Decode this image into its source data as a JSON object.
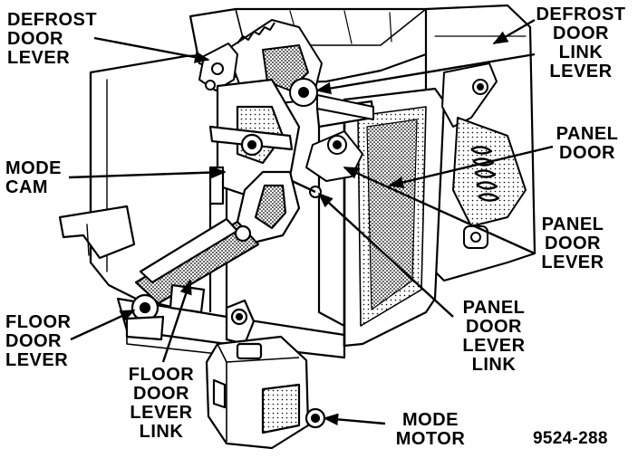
{
  "figure_number": "9524-288",
  "callouts": {
    "defrost_door_lever": [
      "DEFROST",
      "DOOR",
      "LEVER"
    ],
    "defrost_door_link_lever": [
      "DEFROST",
      "DOOR",
      "LINK",
      "LEVER"
    ],
    "mode_cam": [
      "MODE",
      "CAM"
    ],
    "panel_door": [
      "PANEL",
      "DOOR"
    ],
    "panel_door_lever": [
      "PANEL",
      "DOOR",
      "LEVER"
    ],
    "panel_door_lever_link": [
      "PANEL",
      "DOOR",
      "LEVER",
      "LINK"
    ],
    "floor_door_lever": [
      "FLOOR",
      "DOOR",
      "LEVER"
    ],
    "floor_door_lever_link": [
      "FLOOR",
      "DOOR",
      "LEVER",
      "LINK"
    ],
    "mode_motor": [
      "MODE",
      "MOTOR"
    ]
  },
  "colors": {
    "ink": "#000000",
    "paper": "#ffffff",
    "shade": "#8a8a8a"
  }
}
